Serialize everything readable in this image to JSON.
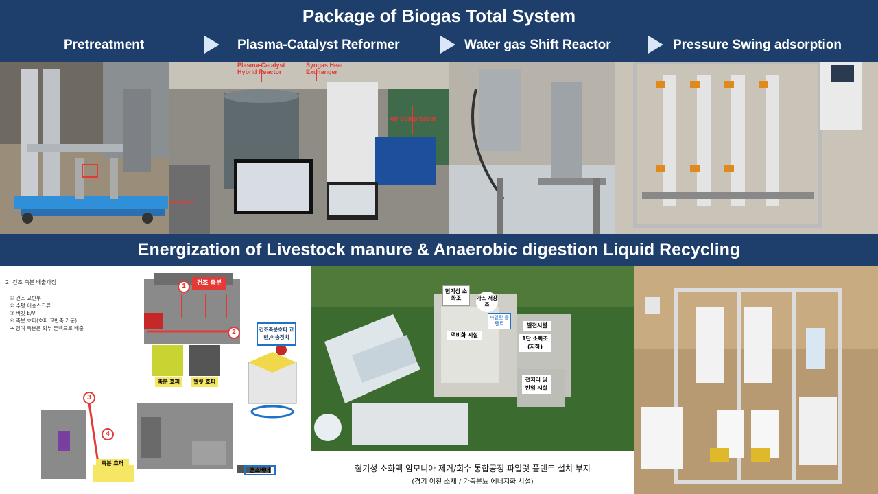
{
  "header": {
    "title": "Package of Biogas Total System",
    "steps": [
      "Pretreatment",
      "Plasma-Catalyst Reformer",
      "Water gas Shift Reactor",
      "Pressure Swing adsorption"
    ]
  },
  "middle": {
    "title": "Energization of Livestock manure & Anaerobic digestion Liquid Recycling"
  },
  "photo2": {
    "labels": [
      "Plasma-Catalyst Hybrid Reactor",
      "Syngas Heat Exchanger",
      "Air Compressor",
      "mer Gas"
    ]
  },
  "diagram": {
    "heading": "2. 건조 축분 배출과정",
    "steps": [
      "① 건조 교반부",
      "② 수평 이송스크류",
      "③ 버킷 E/V",
      "④ 축분 호퍼(호퍼 교반축 가동)",
      "→ 잉여 축분은 외부 톤백으로 배출"
    ],
    "top_box": "건조 축분",
    "hopper1": "축분 호퍼",
    "hopper2": "펠릿 호퍼",
    "side_box": "건조축분호퍼 교반,이송장치",
    "hopper3": "축분 호퍼",
    "burner": "혼소버너",
    "markers": [
      "1",
      "2",
      "3",
      "4"
    ]
  },
  "aerial": {
    "labels": [
      "혐기성 소화조",
      "가스 저장조",
      "파일럿 플랜트",
      "액비화 시설",
      "발전시설",
      "1단 소화조 (지하)",
      "전처리 및 반입 시설"
    ],
    "caption_line1": "혐기성 소화액 암모니아 제거/회수 통합공정 파일럿 플랜트 설치 부지",
    "caption_line2": "(경기 이천 소재 / 가축분뇨 에너지화 시설)"
  },
  "colors": {
    "band": "#1e3f6b",
    "marker_red": "#e53935",
    "hopper_yellow": "#f5e663",
    "callout_blue": "#1e73c9"
  }
}
